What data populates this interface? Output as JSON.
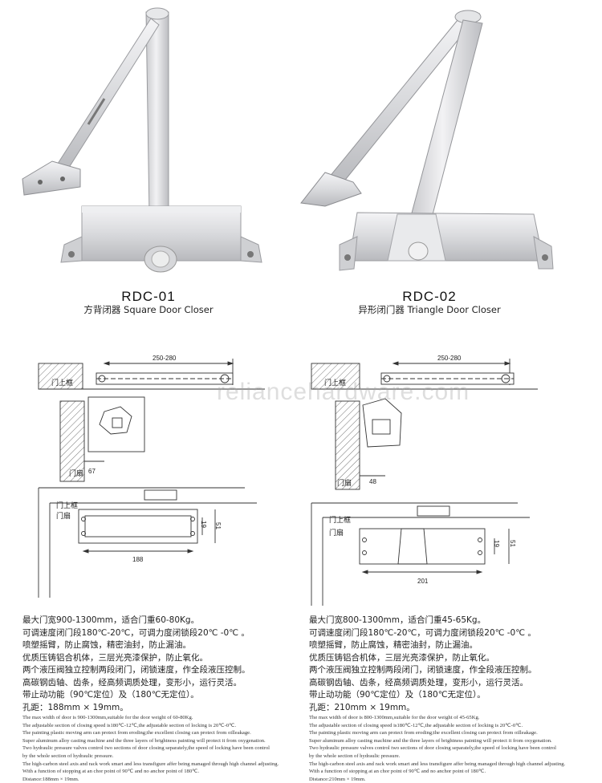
{
  "watermark": "reliancehardware.com",
  "products": [
    {
      "model": "RDC-01",
      "subtitle": "方背闭器 Square Door Closer",
      "dims": {
        "span": "250-280",
        "offset": "67",
        "width": "188",
        "h1": "19",
        "h2": "51"
      },
      "labels": {
        "frame": "门上框",
        "door": "门扇"
      },
      "features_cn": [
        "最大门宽900-1300mm，适合门重60-80Kg。",
        "可调速度闭门段180℃-20℃，可调力度闭锁段20℃ -0℃ 。",
        "喷塑摇臂，防止腐蚀，精密油封，防止漏油。",
        "优质压铸铝合机体，三层光亮漆保护，防止氧化。",
        "两个液压阀独立控制两段闭门，闭锁速度，作全段液压控制。",
        "高碳钢齿轴、齿条，经高频调质处理，变形小，运行灵活。",
        "带止动功能（90℃定位）及（180℃无定位）。",
        "孔距：188mm × 19mm。"
      ],
      "features_en": [
        "The max width of door is 900-1300mm,suitable for the door weight of 60-80Kg.",
        "The adjustable section of closing speed is180℃-12℃,the adjustable section of locking is 20℃-0℃.",
        "The painting plastic moving arm can protect from eroding;the excellent closing can protect from oilleakage.",
        "Super aluminum alloy casting machine and the three layers of brightness painting will protect it from oxygenation.",
        "Two hydraulic pressure valves control two sections of door closing separately,the speed of locking have been control",
        "by the whole section of hydraulic pressure.",
        "The high-carbon steel axis and rack work smart and less transfigure affer being managed through high channel adjusting.",
        "With a function of stopping at an chor point of 90℃ and no anchor point of 180℃.",
        "Distance:188mm × 19mm."
      ]
    },
    {
      "model": "RDC-02",
      "subtitle": "异形闭门器 Triangle Door Closer",
      "dims": {
        "span": "250-280",
        "offset": "48",
        "width": "201",
        "h1": "19",
        "h2": "51"
      },
      "labels": {
        "frame": "门上框",
        "door": "门扇"
      },
      "features_cn": [
        "最大门宽800-1300mm，适合门重45-65Kg。",
        "可调速度闭门段180℃-20℃，可调力度闭锁段20℃ -0℃ 。",
        "喷塑摇臂，防止腐蚀，精密油封，防止漏油。",
        "优质压铸铝合机体，三层光亮漆保护，防止氧化。",
        "两个液压阀独立控制两段闭门，闭锁速度，作全段液压控制。",
        "高碳钢齿轴、齿条，经高频调质处理，变形小，运行灵活。",
        "带止动功能（90℃定位）及（180℃无定位）。",
        "孔距：210mm × 19mm。"
      ],
      "features_en": [
        "The max width of door is 800-1300mm,suitable for the door weight of 45-65Kg.",
        "The adjustable section of closing speed is180℃-12℃,the adjustable section of locking is 20℃-0℃.",
        "The painting plastic moving arm can protect from eroding;the excellent closing can protect from oilleakage.",
        "Super aluminum alloy casting machine and the three layers of brightness painting will protect it from oxygenation.",
        "Two hydraulic pressure valves control two sections of door closing separately,the speed of locking have been control",
        "by the whole section of hydraulic pressure.",
        "The high-carbon steel axis and rack work smart and less transfigure affer being managed through high channel adjusting.",
        "With a function of stopping at an chor point of 90℃ and no anchor point of 180℃.",
        "Distance:210mm × 19mm."
      ]
    }
  ]
}
